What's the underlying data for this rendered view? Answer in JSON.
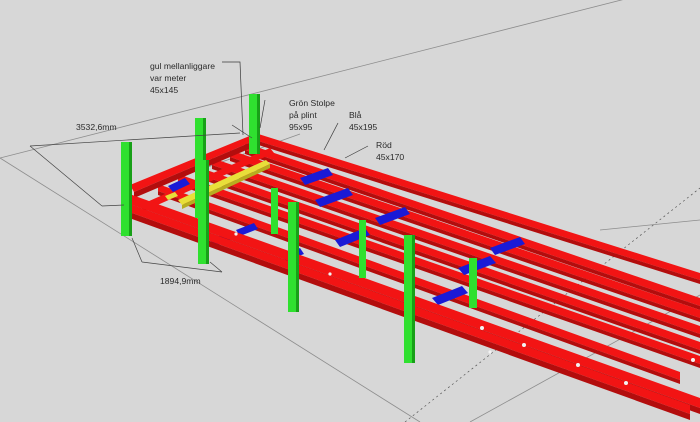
{
  "colors": {
    "background": "#d7d7d7",
    "red_beam": "#f21414",
    "red_beam_side": "#b30d0d",
    "blue_beam": "#1a1ad6",
    "yellow_beam": "#e8df3a",
    "green_post": "#2fe02f",
    "green_post_dark": "#18a018"
  },
  "labels": {
    "yellow": {
      "line1": "gul mellanliggare",
      "line2": "var meter",
      "line3": "45x145"
    },
    "green": {
      "line1": "Grön Stolpe",
      "line2": "på plint",
      "line3": "95x95"
    },
    "blue": {
      "line1": "Blå",
      "line2": "45x195"
    },
    "red": {
      "line1": "Röd",
      "line2": "45x170"
    }
  },
  "dimensions": {
    "width": "3532,6mm",
    "spacing": "1894,9mm"
  }
}
